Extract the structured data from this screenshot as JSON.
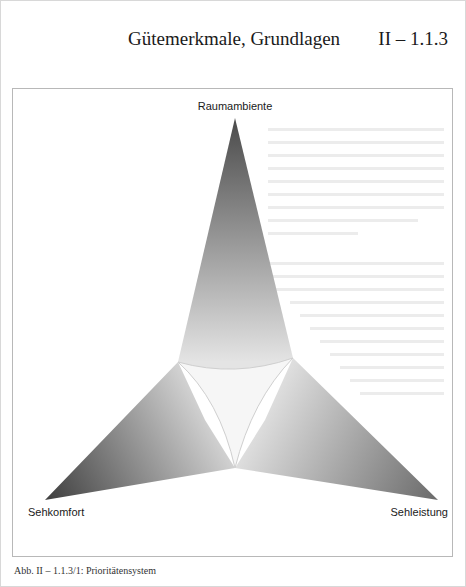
{
  "diagram": {
    "title": "Gütemerkmale, Grundlagen",
    "caption": "Abb. II – 1.1.3/1: Prioritätensystem",
    "labels": [
      "II – 1.1.3",
      "Raumambiente",
      "Sehkomfort",
      "Sehleistung"
    ]
  }
}
